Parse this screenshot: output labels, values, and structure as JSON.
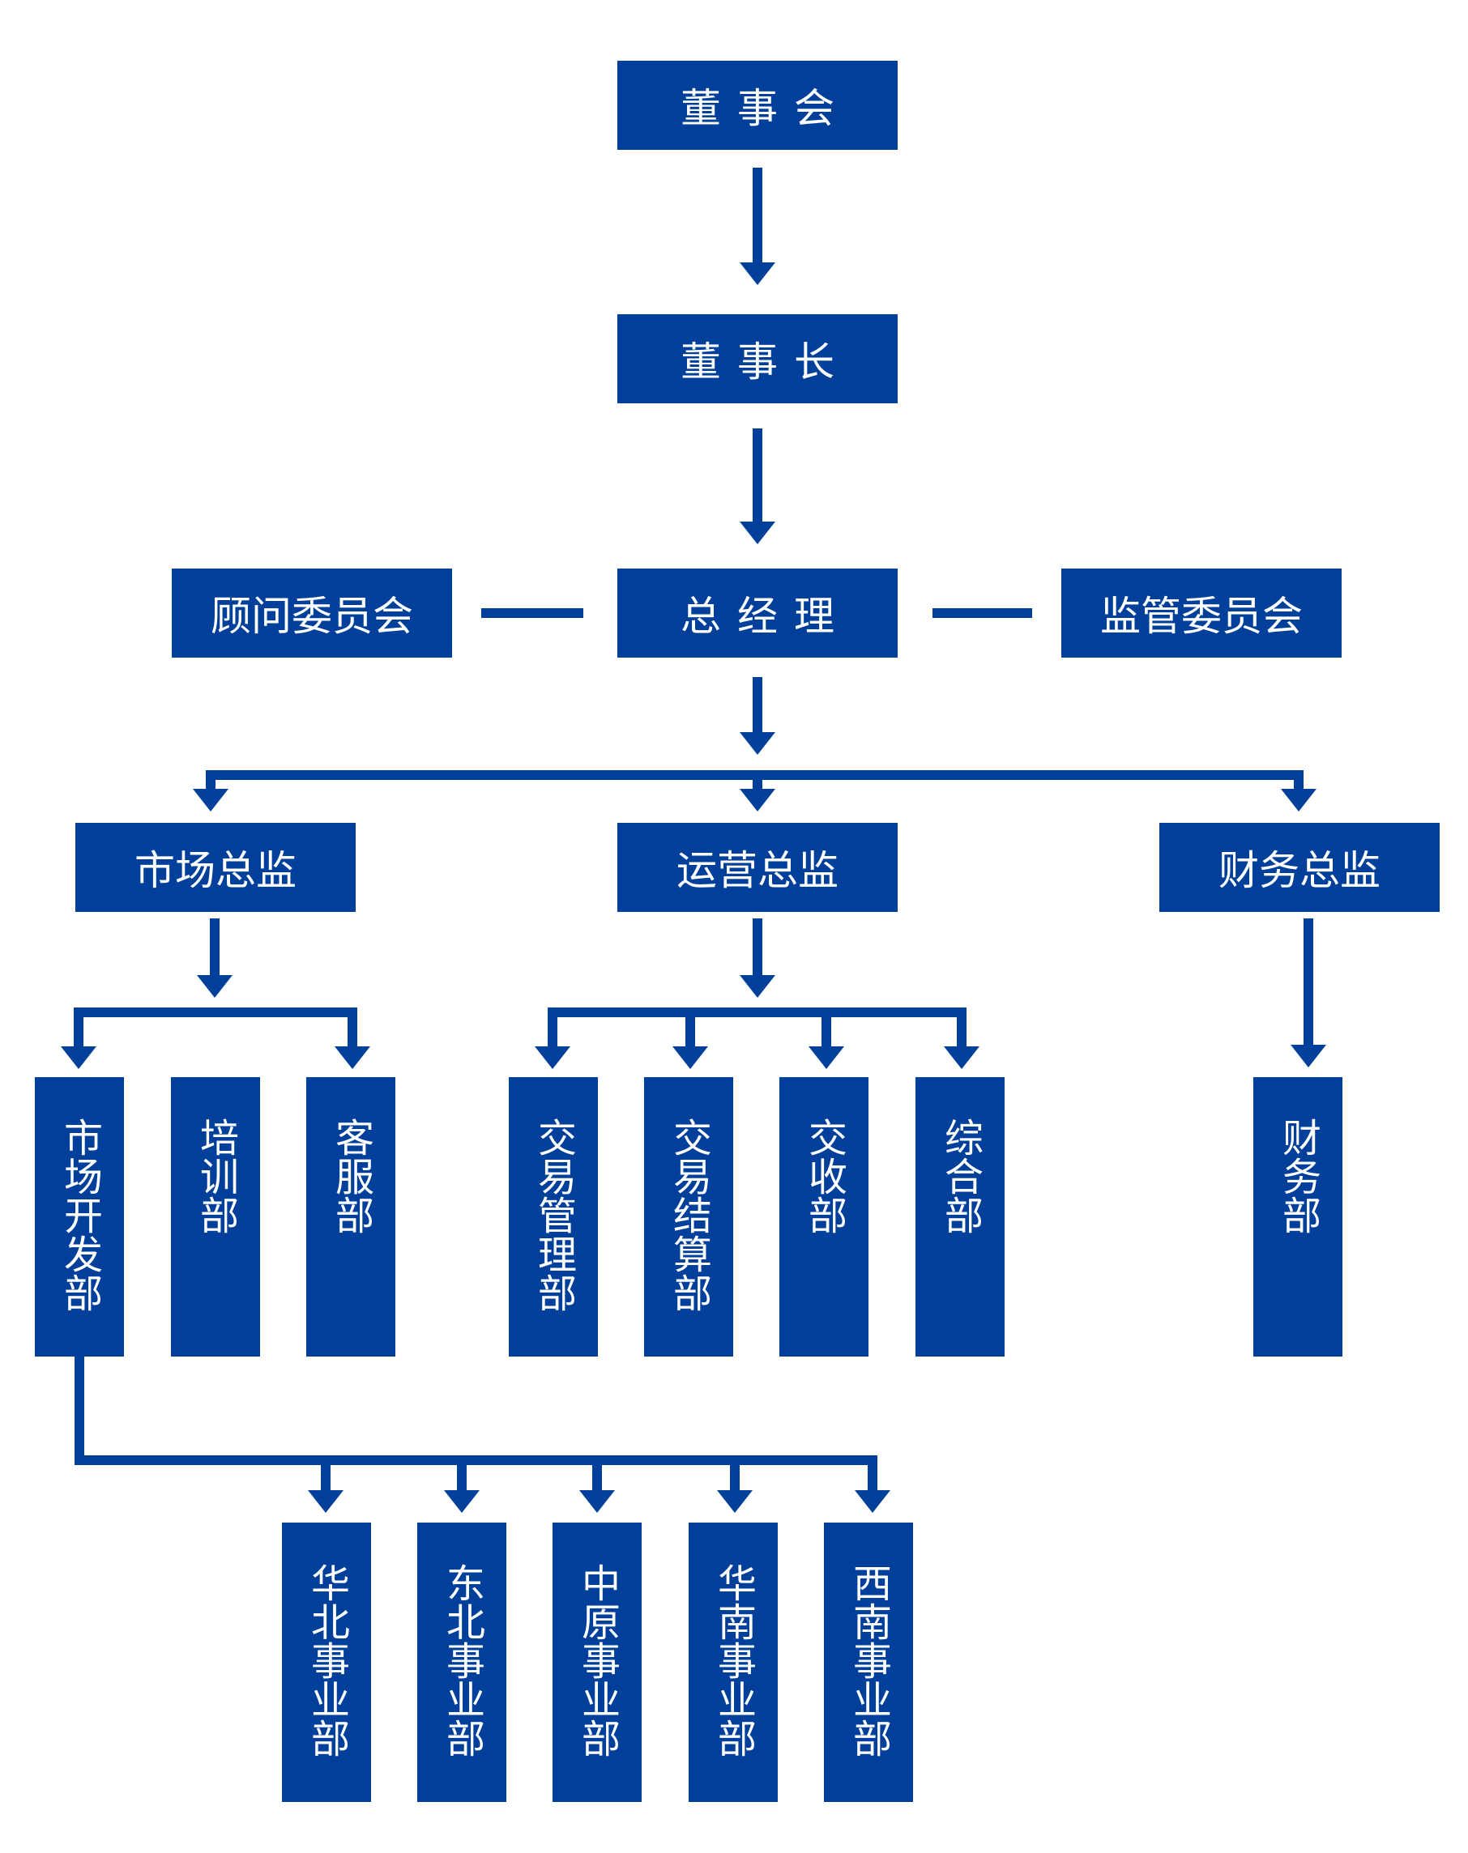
{
  "colors": {
    "box_fill": "#00409a",
    "line": "#00409a",
    "text": "#ffffff"
  },
  "nodes": {
    "board": "董事会",
    "chairman": "董事长",
    "gm": "总经理",
    "advisory": "顾问委员会",
    "supervisory": "监管委员会",
    "marketing_director": "市场总监",
    "operations_director": "运营总监",
    "finance_director": "财务总监",
    "market_dev": "市场开发部",
    "training": "培训部",
    "customer_service": "客服部",
    "trade_mgmt": "交易管理部",
    "trade_settle": "交易结算部",
    "delivery": "交收部",
    "general_affairs": "综合部",
    "finance": "财务部",
    "north_china": "华北事业部",
    "northeast": "东北事业部",
    "central_plains": "中原事业部",
    "south_china": "华南事业部",
    "southwest": "西南事业部"
  }
}
